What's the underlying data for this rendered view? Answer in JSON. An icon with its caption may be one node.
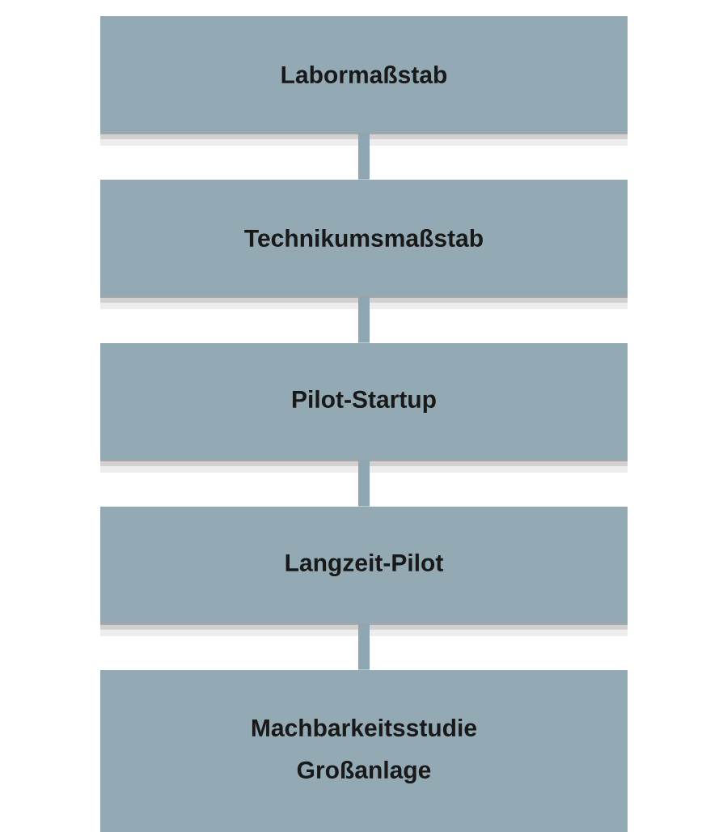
{
  "diagram": {
    "nodes": [
      {
        "text": [
          "Labormaßstab"
        ]
      },
      {
        "text": [
          "Technikumsmaßstab"
        ]
      },
      {
        "text": [
          "Pilot-Startup"
        ]
      },
      {
        "text": [
          "Langzeit-Pilot"
        ]
      },
      {
        "text": [
          "Machbarkeitsstudie Großanlage"
        ]
      }
    ],
    "edges": [
      {
        "from": 0,
        "to": 1,
        "arrow": "none"
      },
      {
        "from": 1,
        "to": 2,
        "arrow": "none"
      },
      {
        "from": 2,
        "to": 3,
        "arrow": "none"
      },
      {
        "from": 3,
        "to": 4,
        "arrow": "none"
      }
    ]
  }
}
